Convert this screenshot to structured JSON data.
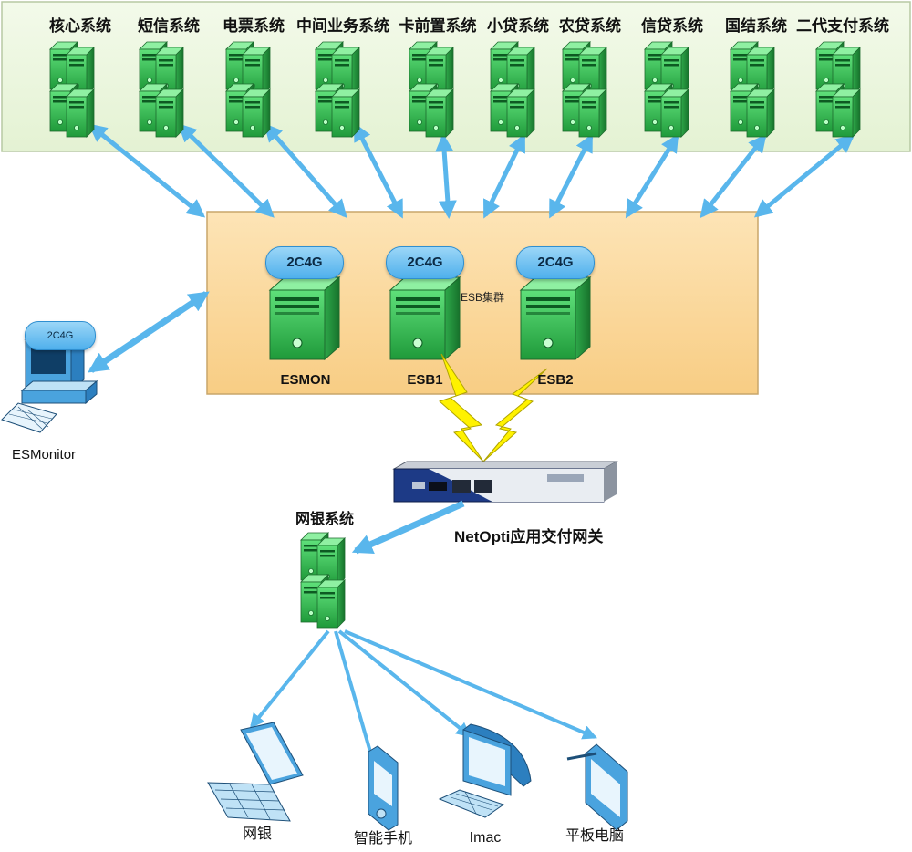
{
  "systems": [
    "核心系统",
    "短信系统",
    "电票系统",
    "中间业务系统",
    "卡前置系统",
    "小贷系统",
    "农贷系统",
    "信贷系统",
    "国结系统",
    "二代支付系统"
  ],
  "cluster": {
    "label": "ESB集群",
    "nodes": [
      {
        "spec": "2C4G",
        "name": "ESMON"
      },
      {
        "spec": "2C4G",
        "name": "ESB1"
      },
      {
        "spec": "2C4G",
        "name": "ESB2"
      }
    ]
  },
  "monitor": {
    "spec": "2C4G",
    "name": "ESMonitor"
  },
  "gateway": {
    "name": "NetOpti应用交付网关"
  },
  "netbank": {
    "name": "网银系统"
  },
  "clients": [
    "网银",
    "智能手机",
    "Imac",
    "平板电脑"
  ],
  "colors": {
    "top_panel": "#eef7e2",
    "cluster_panel": "#fbd79a",
    "server_green": "#3cc45a",
    "link_blue": "#59b6ec",
    "lightning": "#fff200"
  }
}
